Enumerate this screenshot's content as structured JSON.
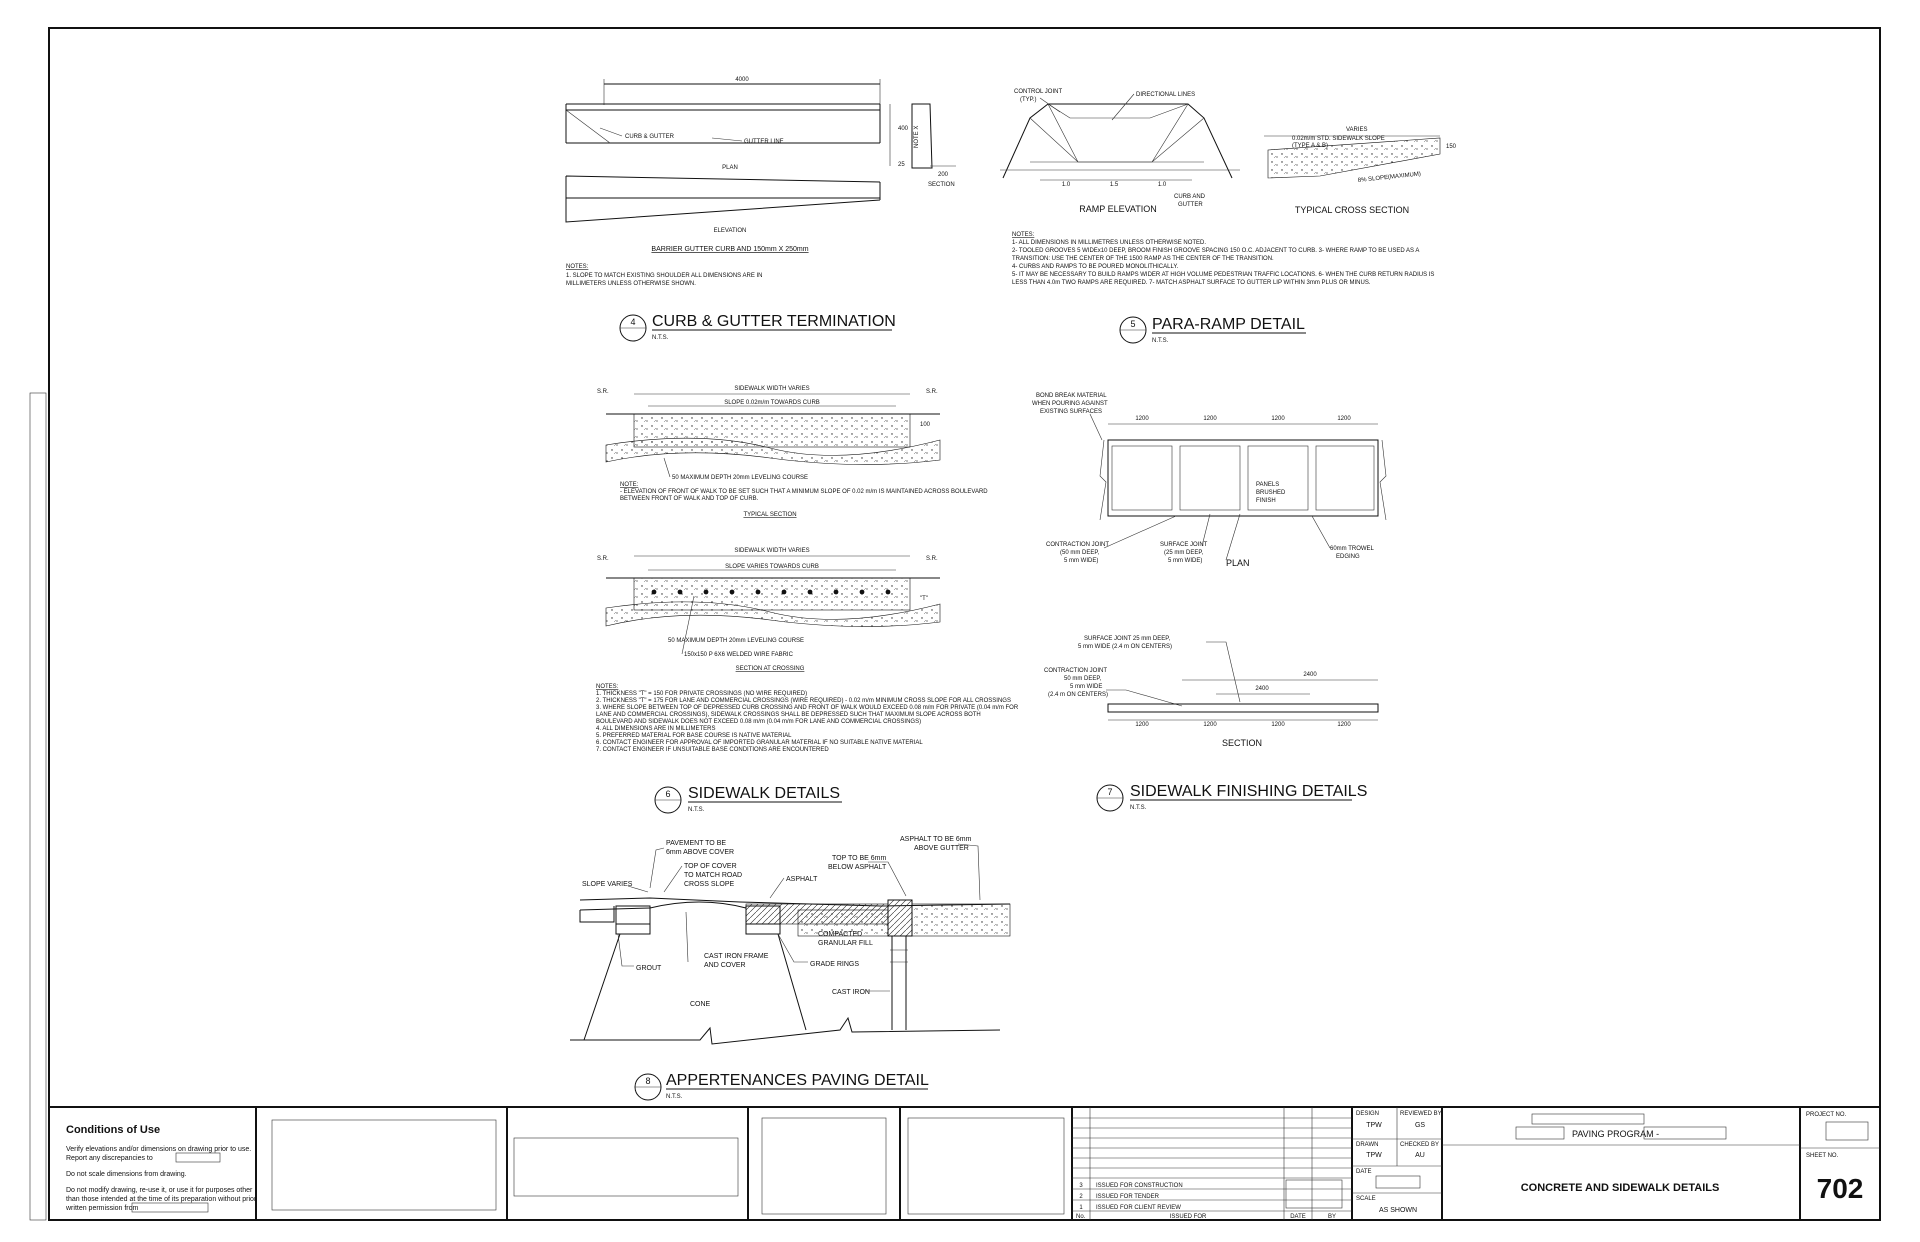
{
  "details": {
    "d4": {
      "num": "4",
      "title": "CURB & GUTTER TERMINATION",
      "scale": "N.T.S.",
      "dim": "4000",
      "dim_400": "400",
      "dim_200": "200",
      "dim_25": "25",
      "note_x": "NOTE X",
      "curb_gutter": "CURB & GUTTER",
      "gutter_line": "GUTTER LINE",
      "plan": "PLAN",
      "section": "SECTION",
      "elevation": "ELEVATION",
      "subtitle": "BARRIER GUTTER CURB AND 150mm X 250mm",
      "notes_h": "NOTES:",
      "note1": "1. SLOPE TO MATCH EXISTING SHOULDER ALL DIMENSIONS ARE IN",
      "note2": "MILLIMETERS UNLESS OTHERWISE SHOWN."
    },
    "d5": {
      "num": "5",
      "title": "PARA-RAMP DETAIL",
      "scale": "N.T.S.",
      "control_joint": "CONTROL JOINT",
      "typ": "(TYP.)",
      "directional": "DIRECTIONAL LINES",
      "d1": "1.0",
      "d2": "1.5",
      "d3": "1.0",
      "curb_and": "CURB AND",
      "gutter": "GUTTER",
      "ramp_elev": "RAMP ELEVATION",
      "typ_cross": "TYPICAL CROSS SECTION",
      "varies": "VARIES",
      "slope_std": "0.02m/m STD. SIDEWALK SLOPE",
      "type_ab": "(TYPE A & B)",
      "slope_max": "8% SLOPE(MAXIMUM)",
      "dim_150": "150",
      "notes_h": "NOTES:",
      "n1": "1- ALL DIMENSIONS IN MILLIMETRES UNLESS OTHERWISE NOTED.",
      "n2": "2- TOOLED GROOVES 5 WIDEx10 DEEP, BROOM FINISH GROOVE SPACING 150 O.C. ADJACENT TO CURB. 3- WHERE RAMP TO BE USED AS A",
      "n3": "TRANSITION: USE THE CENTER OF THE 1500 RAMP AS THE CENTER OF THE TRANSITION.",
      "n4": "4- CURBS AND RAMPS TO BE POURED MONOLITHICALLY.",
      "n5": "5- IT MAY BE NECESSARY TO BUILD RAMPS WIDER AT HIGH VOLUME PEDESTRIAN TRAFFIC LOCATIONS. 6- WHEN THE CURB RETURN RADIUS IS",
      "n6": "LESS THAN 4.0m TWO RAMPS ARE REQUIRED. 7- MATCH ASPHALT SURFACE TO GUTTER LIP WITHIN 3mm PLUS OR MINUS."
    },
    "d6": {
      "num": "6",
      "title": "SIDEWALK DETAILS",
      "scale": "N.T.S.",
      "sr": "S.R.",
      "width_varies": "SIDEWALK WIDTH VARIES",
      "slope1": "SLOPE 0.02m/m TOWARDS CURB",
      "slope2": "SLOPE VARIES TOWARDS CURB",
      "dim_100": "100",
      "dim_t": "\"T\"",
      "level1": "50 MAXIMUM DEPTH 20mm LEVELING COURSE",
      "note_h": "NOTE:",
      "note_a": "- ELEVATION OF FRONT OF WALK TO BE SET SUCH THAT A MINIMUM SLOPE OF 0.02 m/m  IS MAINTAINED ACROSS BOULEVARD",
      "note_b": "BETWEEN FRONT OF WALK AND TOP OF CURB.",
      "typ_section": "TYPICAL SECTION",
      "level2": "50 MAXIMUM DEPTH 20mm LEVELING COURSE",
      "wire": "150x150  P 6X6 WELDED WIRE FABRIC",
      "sect_crossing": "SECTION AT CROSSING",
      "notes_h": "NOTES:",
      "n1": "1.    THICKNESS \"T\" = 150 FOR PRIVATE CROSSINGS (NO WIRE REQUIRED)",
      "n2": "2.    THICKNESS \"T\" = 175 FOR LANE AND COMMERCIAL CROSSINGS (WIRE REQUIRED) - 0.02 m/m MINIMUM CROSS SLOPE FOR ALL CROSSINGS",
      "n3a": "3.    WHERE SLOPE BETWEEN TOP OF DEPRESSED CURB CROSSING AND FRONT OF WALK WOULD EXCEED 0.08 m/m FOR PRIVATE (0.04 m/m FOR",
      "n3b": "       LANE AND COMMERCIAL CROSSINGS), SIDEWALK CROSSINGS SHALL BE DEPRESSED SUCH THAT MAXIMUM SLOPE ACROSS BOTH",
      "n3c": "       BOULEVARD AND SIDEWALK DOES NOT EXCEED 0.08 m/m (0.04 m/m FOR LANE AND COMMERCIAL CROSSINGS)",
      "n4": "4.    ALL DIMENSIONS ARE IN MILLIMETERS",
      "n5": "5.    PREFERRED MATERIAL FOR BASE COURSE IS NATIVE MATERIAL",
      "n6": "6.    CONTACT ENGINEER FOR APPROVAL OF IMPORTED GRANULAR MATERIAL IF NO SUITABLE NATIVE MATERIAL",
      "n7": "7.    CONTACT ENGINEER IF UNSUITABLE BASE CONDITIONS ARE ENCOUNTERED"
    },
    "d7": {
      "num": "7",
      "title": "SIDEWALK FINISHING DETAILS",
      "scale": "N.T.S.",
      "bond1": "BOND BREAK MATERIAL",
      "bond2": "WHEN POURING AGAINST",
      "bond3": "EXISTING SURFACES",
      "w": "1200",
      "panels1": "PANELS",
      "panels2": "BRUSHED",
      "panels3": "FINISH",
      "cj1": "CONTRACTION JOINT",
      "cj2": "(50 mm DEEP,",
      "cj3": "5 mm WIDE)",
      "sj1": "SURFACE JOINT",
      "sj2": "(25 mm DEEP,",
      "sj3": "5 mm WIDE)",
      "plan": "PLAN",
      "trowel1": "60mm TROWEL",
      "trowel2": "EDGING",
      "sj_long1": "SURFACE JOINT 25 mm DEEP,",
      "sj_long2": "5 mm WIDE (2.4 m ON CENTERS)",
      "cj_long1": "CONTRACTION JOINT",
      "cj_long2": "50 mm DEEP,",
      "cj_long3": "5 mm WIDE",
      "cj_long4": "(2.4 m ON CENTERS)",
      "d2400": "2400",
      "section": "SECTION"
    },
    "d8": {
      "num": "8",
      "title": "APPERTENANCES PAVING DETAIL",
      "scale": "N.T.S.",
      "pav1": "PAVEMENT TO BE",
      "pav2": "6mm ABOVE COVER",
      "top1": "TOP OF COVER",
      "top2": "TO MATCH ROAD",
      "top3": "CROSS SLOPE",
      "asphalt": "ASPHALT",
      "slope_varies": "SLOPE VARIES",
      "below1": "TOP TO  BE 6mm",
      "below2": "BELOW ASPHALT",
      "above1": "ASPHALT TO BE 6mm",
      "above2": "ABOVE GUTTER",
      "compacted1": "COMPACTED",
      "compacted2": "GRANULAR FILL",
      "grout": "GROUT",
      "frame1": "CAST IRON FRAME",
      "frame2": "AND COVER",
      "grade": "GRADE RINGS",
      "cast_iron": "CAST IRON",
      "cone": "CONE"
    }
  },
  "titleblock": {
    "conditions_title": "Conditions of Use",
    "c1": "Verify elevations and/or dimensions on drawing prior to use.",
    "c2": "Report any discrepancies to",
    "c3": "Do not scale dimensions from drawing.",
    "c4": "Do not modify drawing, re-use it, or use it for purposes other",
    "c5": "than those intended at the time of its preparation without prior",
    "c6": "written permission from",
    "revisions": [
      {
        "no": "3",
        "desc": "ISSUED FOR CONSTRUCTION"
      },
      {
        "no": "2",
        "desc": "ISSUED FOR TENDER"
      },
      {
        "no": "1",
        "desc": "ISSUED FOR CLIENT REVIEW"
      }
    ],
    "hdr_no": "No.",
    "hdr_issued": "ISSUED FOR",
    "hdr_date": "DATE",
    "hdr_by": "BY",
    "design_lbl": "DESIGN",
    "design_val": "TPW",
    "reviewed_lbl": "REVIEWED BY",
    "reviewed_val": "GS",
    "drawn_lbl": "DRAWN",
    "drawn_val": "TPW",
    "checked_lbl": "CHECKED BY",
    "checked_val": "AU",
    "date_lbl": "DATE",
    "scale_lbl": "SCALE",
    "scale_val": "AS SHOWN",
    "program": "PAVING PROGRAM -",
    "sheet_title": "CONCRETE AND SIDEWALK DETAILS",
    "project_lbl": "PROJECT NO.",
    "sheet_lbl": "SHEET NO.",
    "sheet_no": "702"
  }
}
